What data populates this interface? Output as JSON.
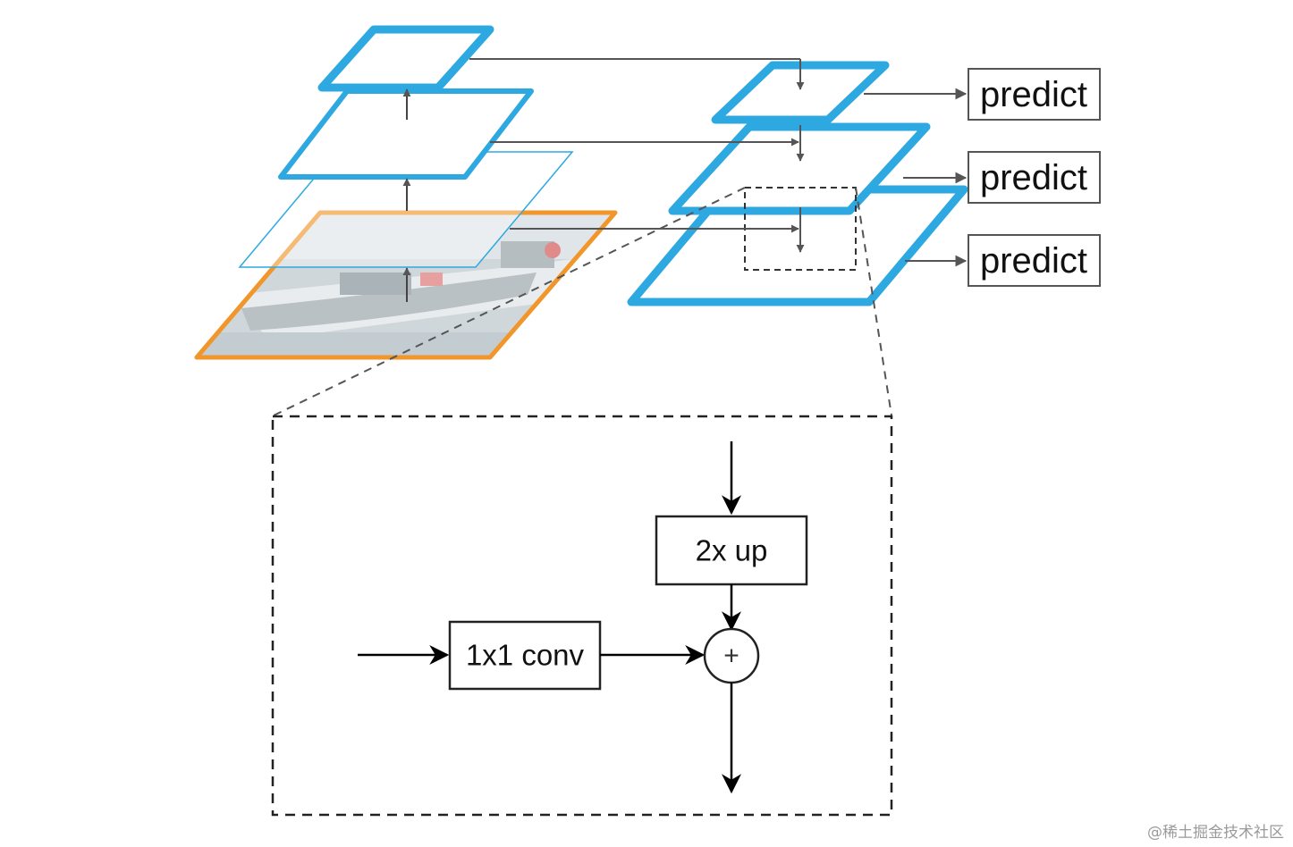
{
  "colors": {
    "feature_map": "#2ea8e0",
    "image_border": "#f0962a",
    "connector": "#555555",
    "flow_arrow": "#000000",
    "dashed": "#333333",
    "photo_tint": "#c9d2d6"
  },
  "outputs": [
    {
      "label": "predict"
    },
    {
      "label": "predict"
    },
    {
      "label": "predict"
    }
  ],
  "detail": {
    "upsample_label": "2x up",
    "lateral_label": "1x1 conv",
    "merge_symbol": "+"
  },
  "watermark": "@稀土掘金技术社区"
}
